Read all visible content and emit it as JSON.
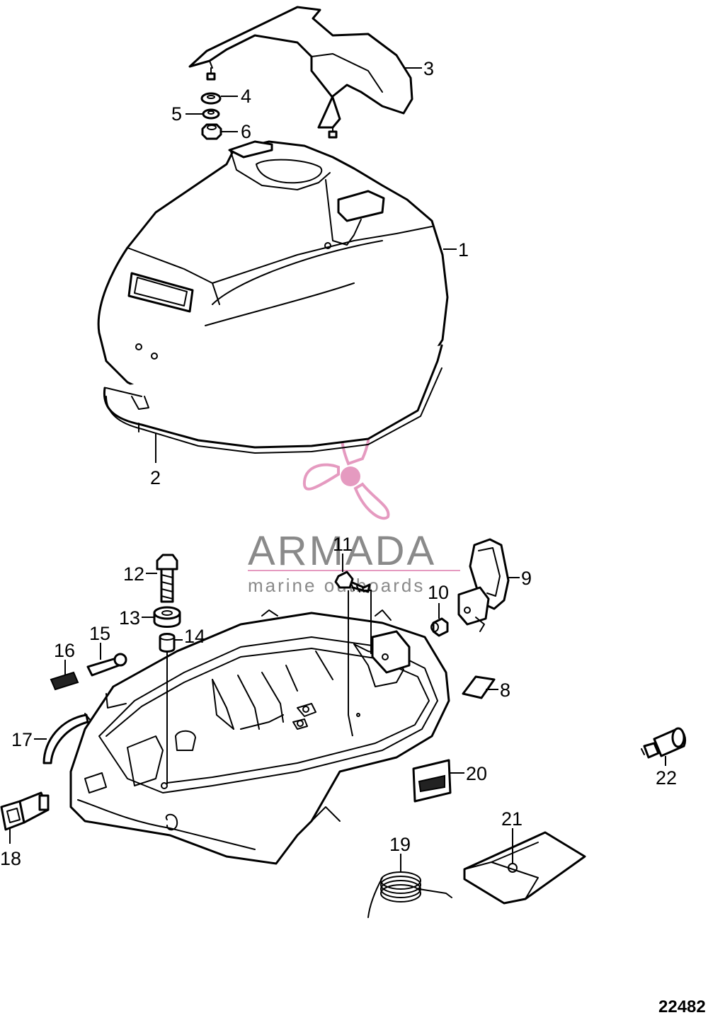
{
  "watermark": {
    "title": "ARMADA",
    "subtitle": "marine outboards",
    "accent_color": "#e59ac0",
    "text_color": "#8a8a8a"
  },
  "drawing_number": "22482",
  "callouts": [
    {
      "id": "1",
      "label": "1"
    },
    {
      "id": "2",
      "label": "2"
    },
    {
      "id": "3",
      "label": "3"
    },
    {
      "id": "4",
      "label": "4"
    },
    {
      "id": "5",
      "label": "5"
    },
    {
      "id": "6",
      "label": "6"
    },
    {
      "id": "8",
      "label": "8"
    },
    {
      "id": "9",
      "label": "9"
    },
    {
      "id": "10",
      "label": "10"
    },
    {
      "id": "11",
      "label": "11"
    },
    {
      "id": "12",
      "label": "12"
    },
    {
      "id": "13",
      "label": "13"
    },
    {
      "id": "14",
      "label": "14"
    },
    {
      "id": "15",
      "label": "15"
    },
    {
      "id": "16",
      "label": "16"
    },
    {
      "id": "17",
      "label": "17"
    },
    {
      "id": "18",
      "label": "18"
    },
    {
      "id": "19",
      "label": "19"
    },
    {
      "id": "20",
      "label": "20"
    },
    {
      "id": "21",
      "label": "21"
    },
    {
      "id": "22",
      "label": "22"
    }
  ]
}
